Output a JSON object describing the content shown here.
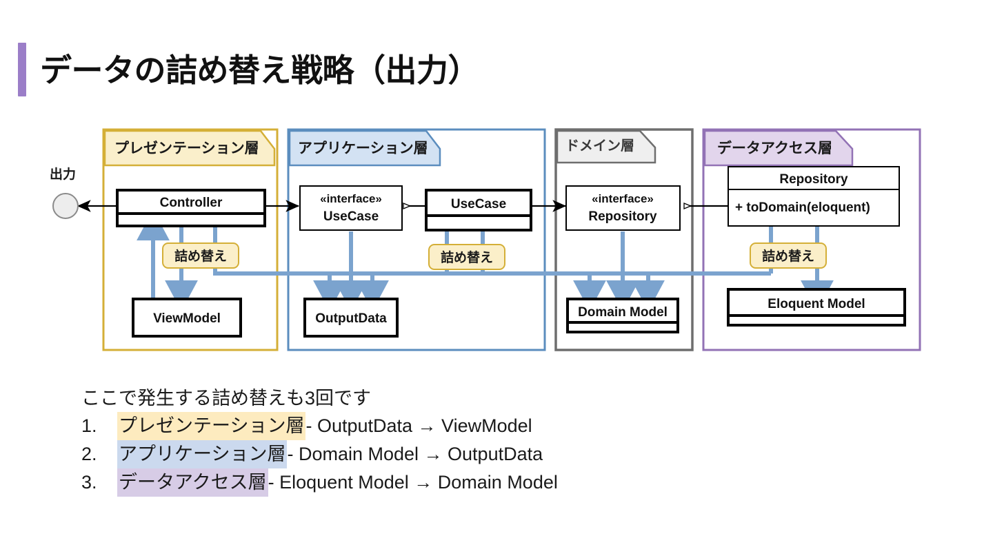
{
  "title": "データの詰め替え戦略（出力）",
  "accent_color": "#9B7EC8",
  "diagram": {
    "external_actor": {
      "label": "出力",
      "shape": "circle"
    },
    "layers": [
      {
        "id": "presentation",
        "tab_label": "プレゼンテーション層",
        "border_color": "#D4AF37",
        "tab_fill": "#FAEFCB",
        "boxes": [
          {
            "name": "Controller",
            "style": "class-thick-two-compartment",
            "body": ""
          },
          {
            "name": "ViewModel",
            "style": "class-thick-single",
            "body": ""
          }
        ],
        "note": "詰め替え"
      },
      {
        "id": "application",
        "tab_label": "アプリケーション層",
        "border_color": "#5B8DBE",
        "tab_fill": "#D3E2F3",
        "boxes": [
          {
            "name": "«interface»\nUseCase",
            "style": "interface-thin",
            "body": ""
          },
          {
            "name": "UseCase",
            "style": "class-thick-two-compartment",
            "body": ""
          },
          {
            "name": "OutputData",
            "style": "class-thick-single",
            "body": ""
          }
        ],
        "note": "詰め替え"
      },
      {
        "id": "domain",
        "tab_label": "ドメイン層",
        "border_color": "#6E6E6E",
        "tab_fill": "#EFEFEF",
        "boxes": [
          {
            "name": "«interface»\nRepository",
            "style": "interface-thin",
            "body": ""
          },
          {
            "name": "Domain Model",
            "style": "class-thick-two-compartment",
            "body": ""
          }
        ],
        "note": ""
      },
      {
        "id": "data-access",
        "tab_label": "データアクセス層",
        "border_color": "#9272B5",
        "tab_fill": "#E2D5EC",
        "boxes": [
          {
            "name": "Repository",
            "style": "class-thin-two-compartment",
            "body": "+ toDomain(eloquent)"
          },
          {
            "name": "Eloquent Model",
            "style": "class-thick-two-compartment",
            "body": ""
          }
        ],
        "note": "詰め替え"
      }
    ],
    "class_labels": {
      "controller": "Controller",
      "view_model": "ViewModel",
      "interface_usecase_stereotype": "«interface»",
      "interface_usecase_name": "UseCase",
      "usecase": "UseCase",
      "output_data": "OutputData",
      "interface_repository_stereotype": "«interface»",
      "interface_repository_name": "Repository",
      "domain_model": "Domain Model",
      "repository": "Repository",
      "repository_method": "+ toDomain(eloquent)",
      "eloquent_model": "Eloquent Model"
    },
    "notes": {
      "presentation": "詰め替え",
      "application": "詰め替え",
      "data_access": "詰め替え"
    },
    "arrow_color": "#7BA3CE",
    "note_fill": "#FBEFC9",
    "note_border": "#D4AF37"
  },
  "notes_block": {
    "heading": "ここで発生する詰め替えも3回です",
    "items": [
      {
        "num": "1.",
        "layer": "プレゼンテーション層",
        "rest": " - OutputData → ViewModel",
        "highlight": "hl-yellow"
      },
      {
        "num": "2.",
        "layer": "アプリケーション層",
        "rest": " -  Domain Model → OutputData",
        "highlight": "hl-blue"
      },
      {
        "num": "3.",
        "layer": "データアクセス層",
        "rest": " - Eloquent Model → Domain Model",
        "highlight": "hl-purple"
      }
    ]
  }
}
